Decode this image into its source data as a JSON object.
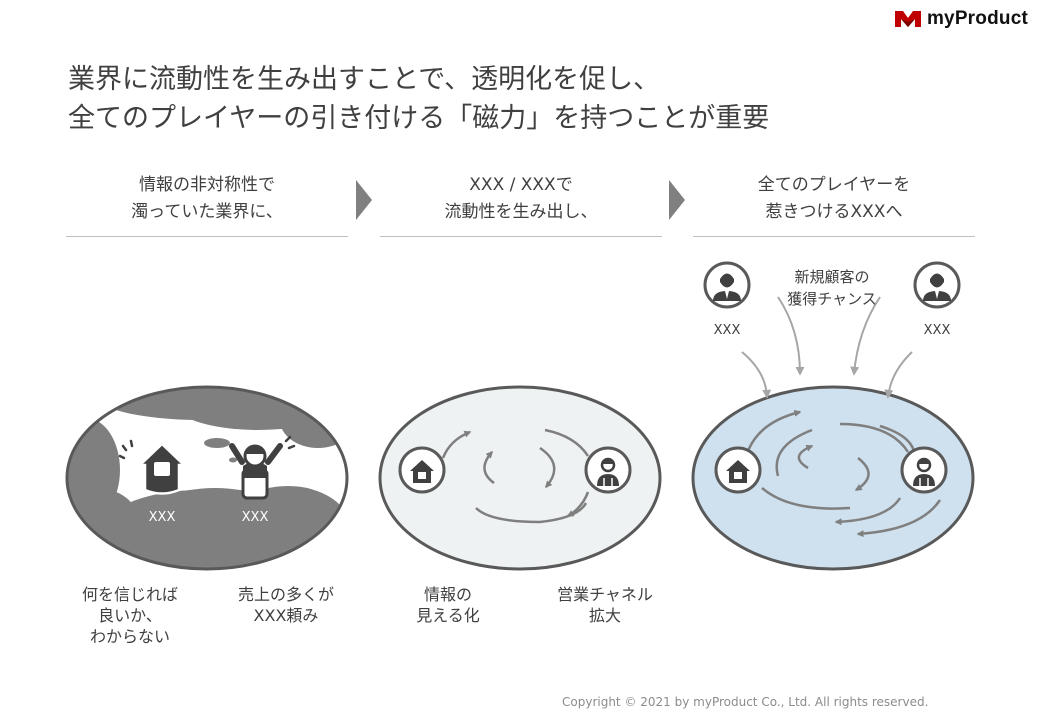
{
  "brand": {
    "name": "myProduct",
    "logo_color": "#c00000"
  },
  "title": {
    "line1": "業界に流動性を生み出すことで、透明化を促し、",
    "line2": "全てのプレイヤーの引き付ける「磁力」を持つことが重要"
  },
  "columns": [
    {
      "line1": "情報の非対称性で",
      "line2": "濁っていた業界に、"
    },
    {
      "line1": "XXX / XXXで",
      "line2": "流動性を生み出し、"
    },
    {
      "line1": "全てのプレイヤーを",
      "line2": "惹きつけるXXXへ"
    }
  ],
  "stage1": {
    "left_entity": "XXX",
    "right_entity": "XXX",
    "caption_left": {
      "line1": "何を信じれば",
      "line2": "良いか、",
      "line3": "わからない"
    },
    "caption_right": {
      "line1": "売上の多くが",
      "line2": "XXX頼み"
    }
  },
  "stage2": {
    "caption_left": {
      "line1": "情報の",
      "line2": "見える化"
    },
    "caption_right": {
      "line1": "営業チャネル",
      "line2": "拡大"
    }
  },
  "stage3": {
    "new_customers": {
      "line1": "新規顧客の",
      "line2": "獲得チャンス"
    },
    "person_left": "XXX",
    "person_right": "XXX"
  },
  "colors": {
    "text": "#404040",
    "dark_gray": "#595959",
    "mud": "#7f7f7f",
    "light_fill": "#eef2f2",
    "blue_fill": "#cfe0ee",
    "arrow": "#7f7f7f"
  },
  "copyright": "Copyright © 2021 by myProduct Co., Ltd.  All rights reserved."
}
